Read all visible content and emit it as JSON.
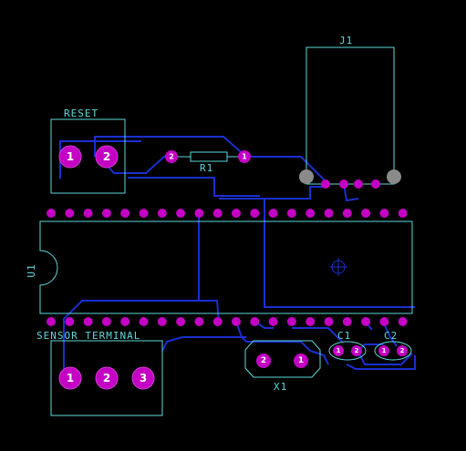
{
  "colors": {
    "background": "#000000",
    "silkscreen": "#5ed8d8",
    "copper_trace": "#1a2fd0",
    "pad": "#c400c4",
    "connector_mount": "#8a8a8a"
  },
  "components": {
    "j1": {
      "designator": "J1"
    },
    "reset": {
      "designator": "RESET",
      "pins": [
        "1",
        "2"
      ]
    },
    "r1": {
      "designator": "R1",
      "pins": [
        "2",
        "1"
      ]
    },
    "u1": {
      "designator": "U1"
    },
    "sensor": {
      "designator": "SENSOR TERMINAL",
      "pins": [
        "1",
        "2",
        "3"
      ]
    },
    "x1": {
      "designator": "X1",
      "pins": [
        "2",
        "1"
      ]
    },
    "c1": {
      "designator": "C1",
      "pins": [
        "1",
        "2"
      ]
    },
    "c2": {
      "designator": "C2",
      "pins": [
        "1",
        "2"
      ]
    }
  }
}
